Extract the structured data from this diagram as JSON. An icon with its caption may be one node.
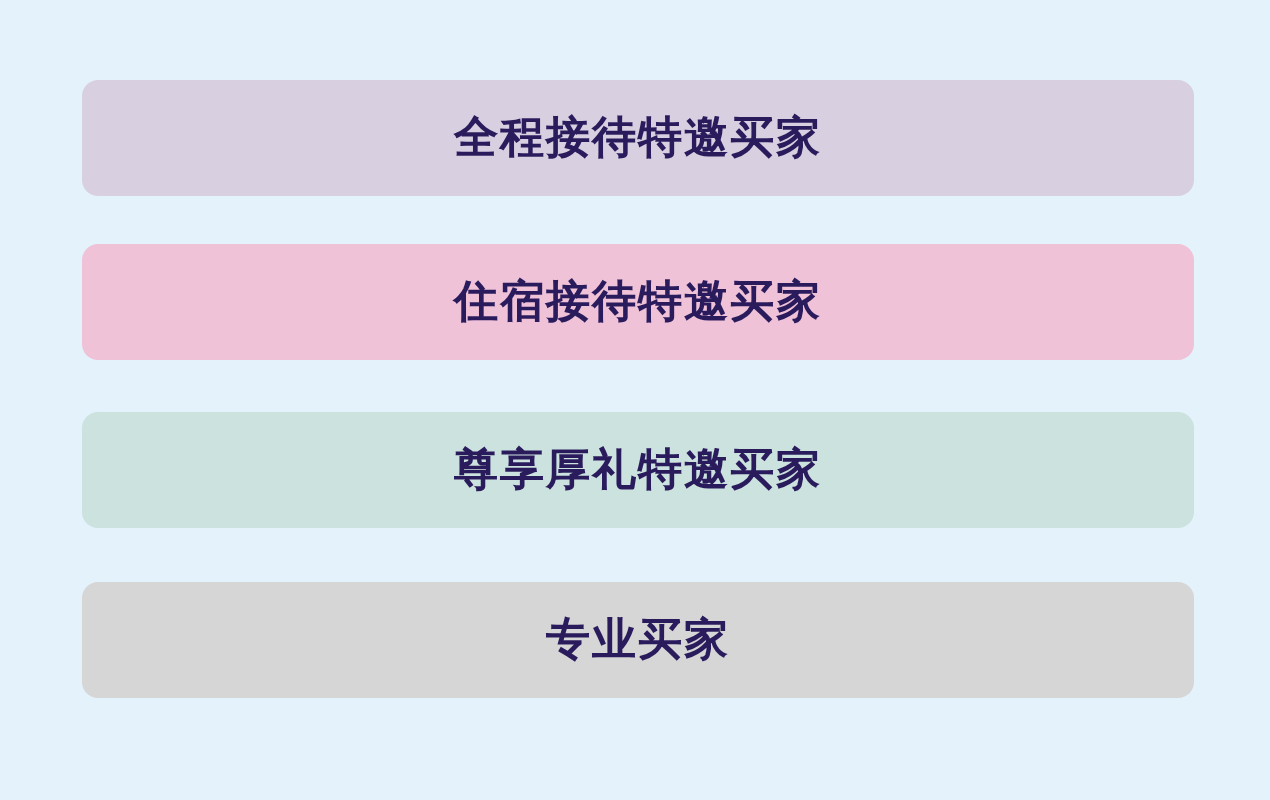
{
  "diagram": {
    "nodes": [
      {
        "text": [
          "全程接待特邀买家"
        ]
      },
      {
        "text": [
          "住宿接待特邀买家"
        ]
      },
      {
        "text": [
          "尊享厚礼特邀买家"
        ]
      },
      {
        "text": [
          "专业买家"
        ]
      }
    ]
  }
}
